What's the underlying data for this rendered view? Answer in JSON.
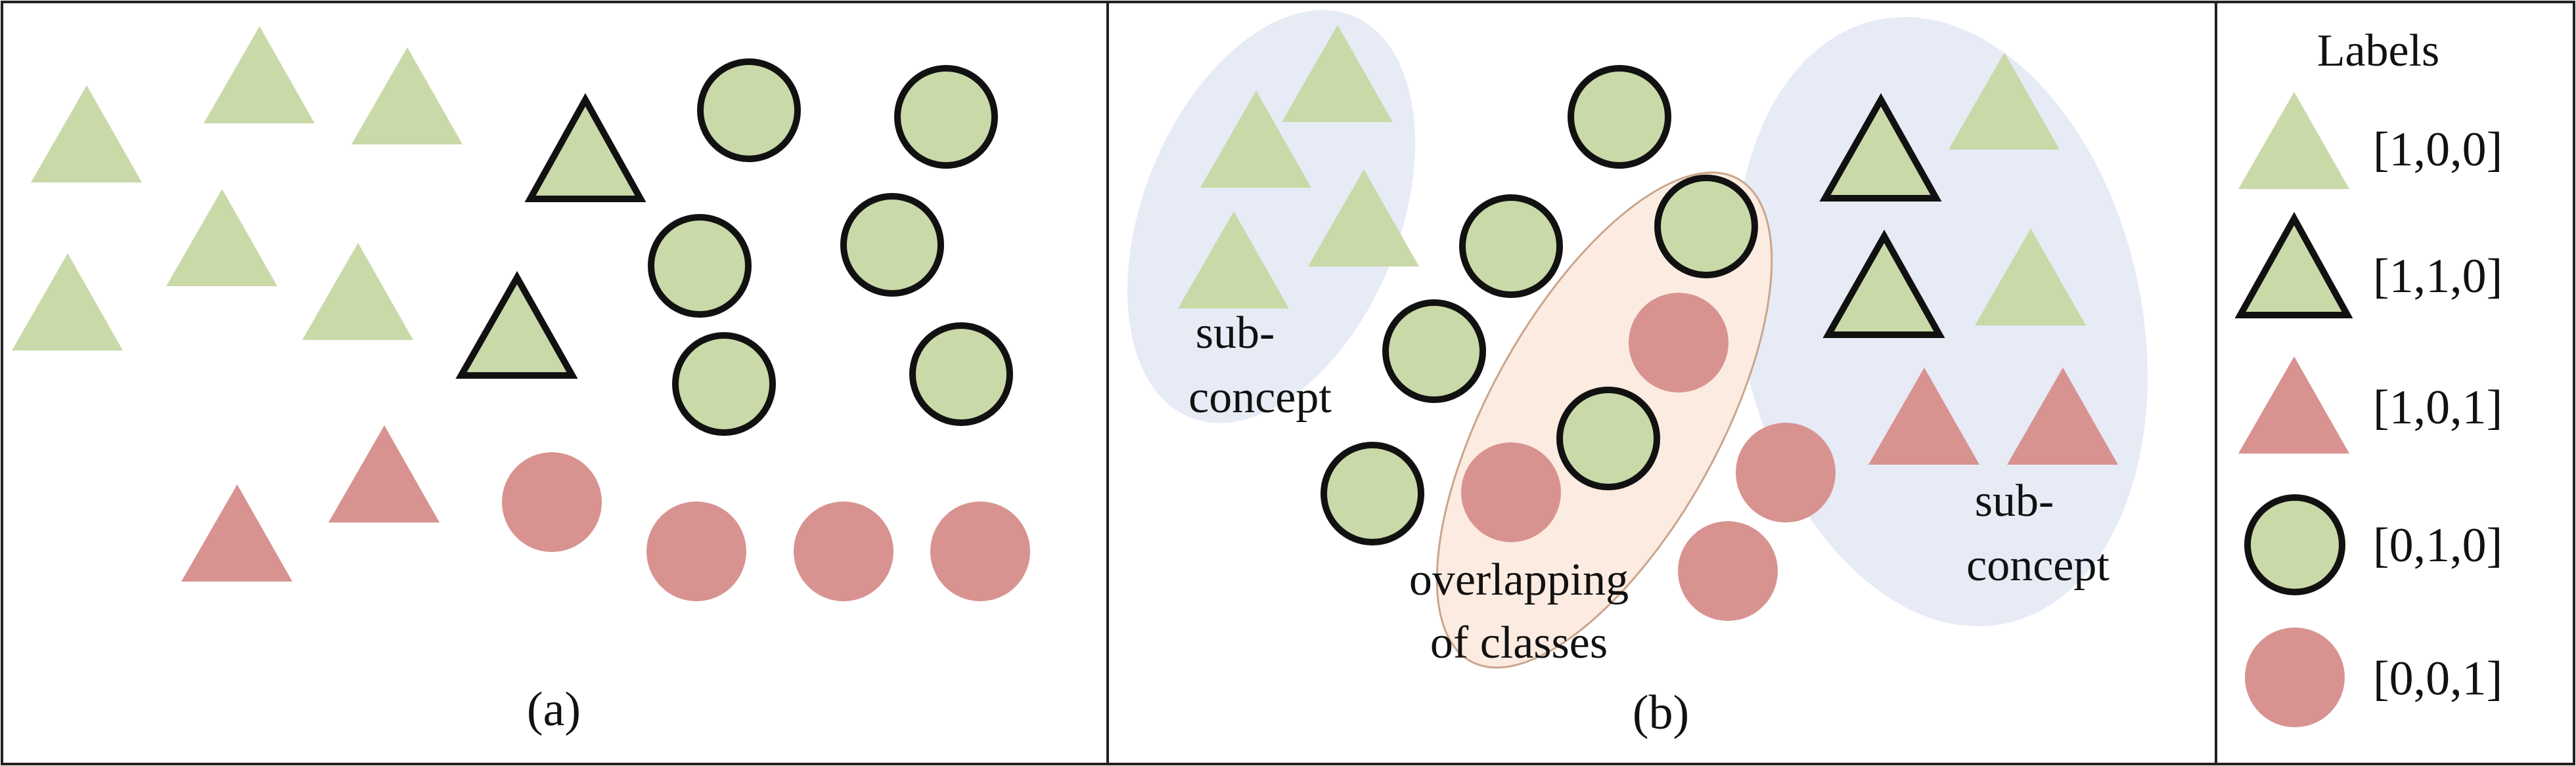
{
  "colors": {
    "green": "#c9d9a8",
    "red": "#d89391",
    "outline": "#111111",
    "subconcept_fill": "#e6ebf6",
    "overlap_fill": "#fcebe0",
    "overlap_stroke": "#caa58c",
    "frame": "#222222",
    "background": "#ffffff"
  },
  "panel_a": {
    "caption": "(a)"
  },
  "panel_b": {
    "caption": "(b)",
    "subconcept_left": {
      "line1": "sub-",
      "line2": "concept"
    },
    "subconcept_right": {
      "line1": "sub-",
      "line2": "concept"
    },
    "overlap": {
      "line1": "overlapping",
      "line2": "of classes"
    }
  },
  "legend": {
    "title": "Labels",
    "items": [
      {
        "code": "[1,0,0]",
        "shape": "triangle",
        "color": "green",
        "outlined": false
      },
      {
        "code": "[1,1,0]",
        "shape": "triangle",
        "color": "green",
        "outlined": true
      },
      {
        "code": "[1,0,1]",
        "shape": "triangle",
        "color": "red",
        "outlined": false
      },
      {
        "code": "[0,1,0]",
        "shape": "circle",
        "color": "green",
        "outlined": true
      },
      {
        "code": "[0,0,1]",
        "shape": "circle",
        "color": "red",
        "outlined": false
      }
    ]
  }
}
